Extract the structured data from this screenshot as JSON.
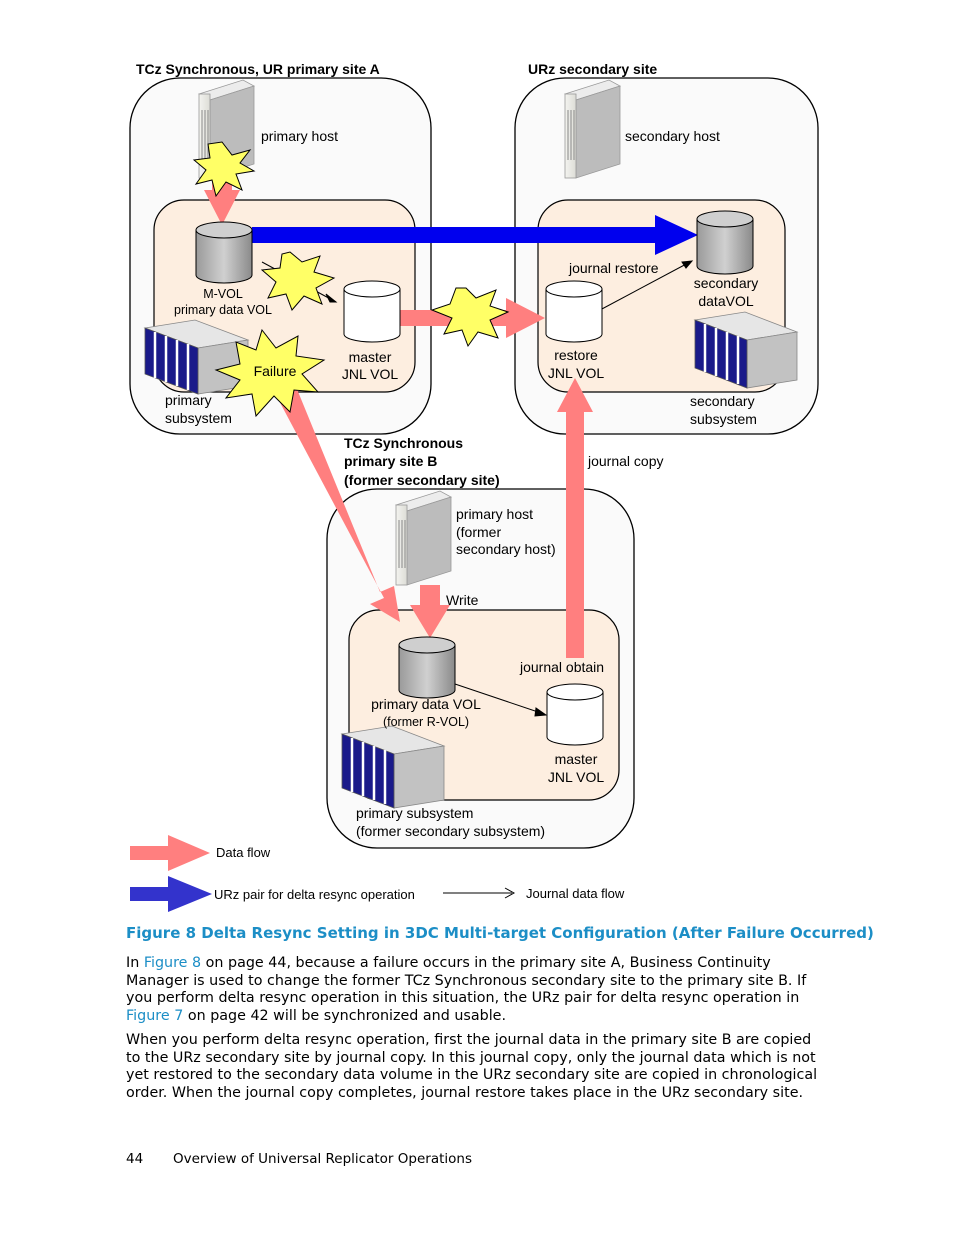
{
  "diagram": {
    "site_a_title": "TCz Synchronous, UR primary site A",
    "site_urz_title": "URz secondary site",
    "site_b_title": [
      "TCz Synchronous",
      "primary site B",
      "(former secondary site)"
    ],
    "primary_host": "primary host",
    "secondary_host": "secondary host",
    "mvol": [
      "M-VOL",
      "primary data VOL"
    ],
    "master_jnl_a": [
      "master",
      "JNL VOL"
    ],
    "failure": "Failure",
    "primary_subsystem": [
      "primary",
      "subsystem"
    ],
    "journal_restore": "journal restore",
    "secondary_datavol": [
      "secondary",
      "dataVOL"
    ],
    "restore_jnl": [
      "restore",
      "JNL VOL"
    ],
    "secondary_subsystem": [
      "secondary",
      "subsystem"
    ],
    "journal_copy": "journal copy",
    "primary_host_b": [
      "primary host",
      "(former",
      "secondary host)"
    ],
    "write": "Write",
    "journal_obtain": "journal obtain",
    "primary_data_vol_b": "primary data VOL",
    "former_rvol": "(former R-VOL)",
    "master_jnl_b": [
      "master",
      "JNL VOL"
    ],
    "primary_subsystem_b": [
      "primary subsystem",
      "(former secondary subsystem)"
    ],
    "legend": {
      "data_flow": "Data flow",
      "urz_pair": "URz pair for delta resync operation",
      "journal_flow": "Journal data flow"
    },
    "colors": {
      "data_flow": "#ff7f7f",
      "urz_pair": "#0000ee",
      "legend_urz_pair": "#3333cc",
      "site_fill": "#fafafa",
      "subsystem_fill": "#fdeee0",
      "starburst": "#ffff66",
      "link": "#1c8ec6"
    }
  },
  "caption": "Figure 8 Delta Resync Setting in 3DC Multi-target Configuration (After Failure Occurred)",
  "paragraphs": [
    [
      "In ",
      {
        "link": "Figure 8"
      },
      " on page 44, because a failure occurs in the primary site A, Business Continuity Manager is used to change the former TCz Synchronous secondary site to the primary site B. If you perform delta resync operation in this situation, the URz pair for delta resync operation in ",
      {
        "link": "Figure 7"
      },
      " on page 42 will be synchronized and usable."
    ],
    [
      "When you perform delta resync operation, first the journal data in the primary site B are copied to the URz secondary site by journal copy.  In this journal copy, only the journal data which is not yet restored to the secondary data volume in the URz secondary site are copied in chronological order.  When the journal copy completes, journal restore takes place in the URz secondary site."
    ]
  ],
  "footer": {
    "page_number": "44",
    "section": "Overview of Universal Replicator Operations"
  }
}
